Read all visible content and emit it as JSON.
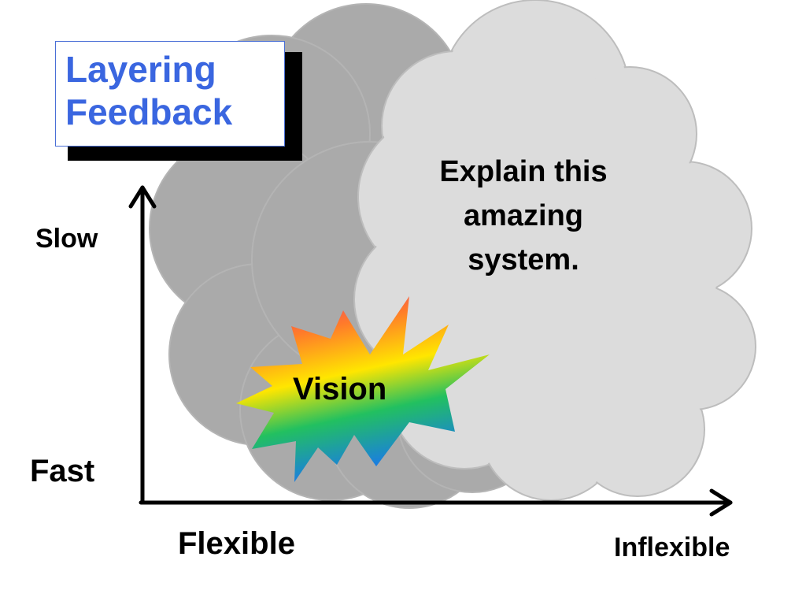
{
  "title": {
    "line1": "Layering",
    "line2": "Feedback",
    "color": "#3a66e0"
  },
  "y_axis": {
    "top_label": "Slow",
    "bottom_label": "Fast"
  },
  "x_axis": {
    "left_label": "Flexible",
    "right_label": "Inflexible"
  },
  "cloud_text": {
    "line1": "Explain this",
    "line2": "amazing",
    "line3": "system."
  },
  "starburst": {
    "label": "Vision",
    "colors": [
      "#e8308a",
      "#ff7a2a",
      "#ffe600",
      "#22c060",
      "#1a7ae8"
    ]
  },
  "colors": {
    "back_cloud": "#aaaaaa",
    "front_cloud": "#dcdcdc",
    "cloud_outline": "#bdbdbd"
  }
}
